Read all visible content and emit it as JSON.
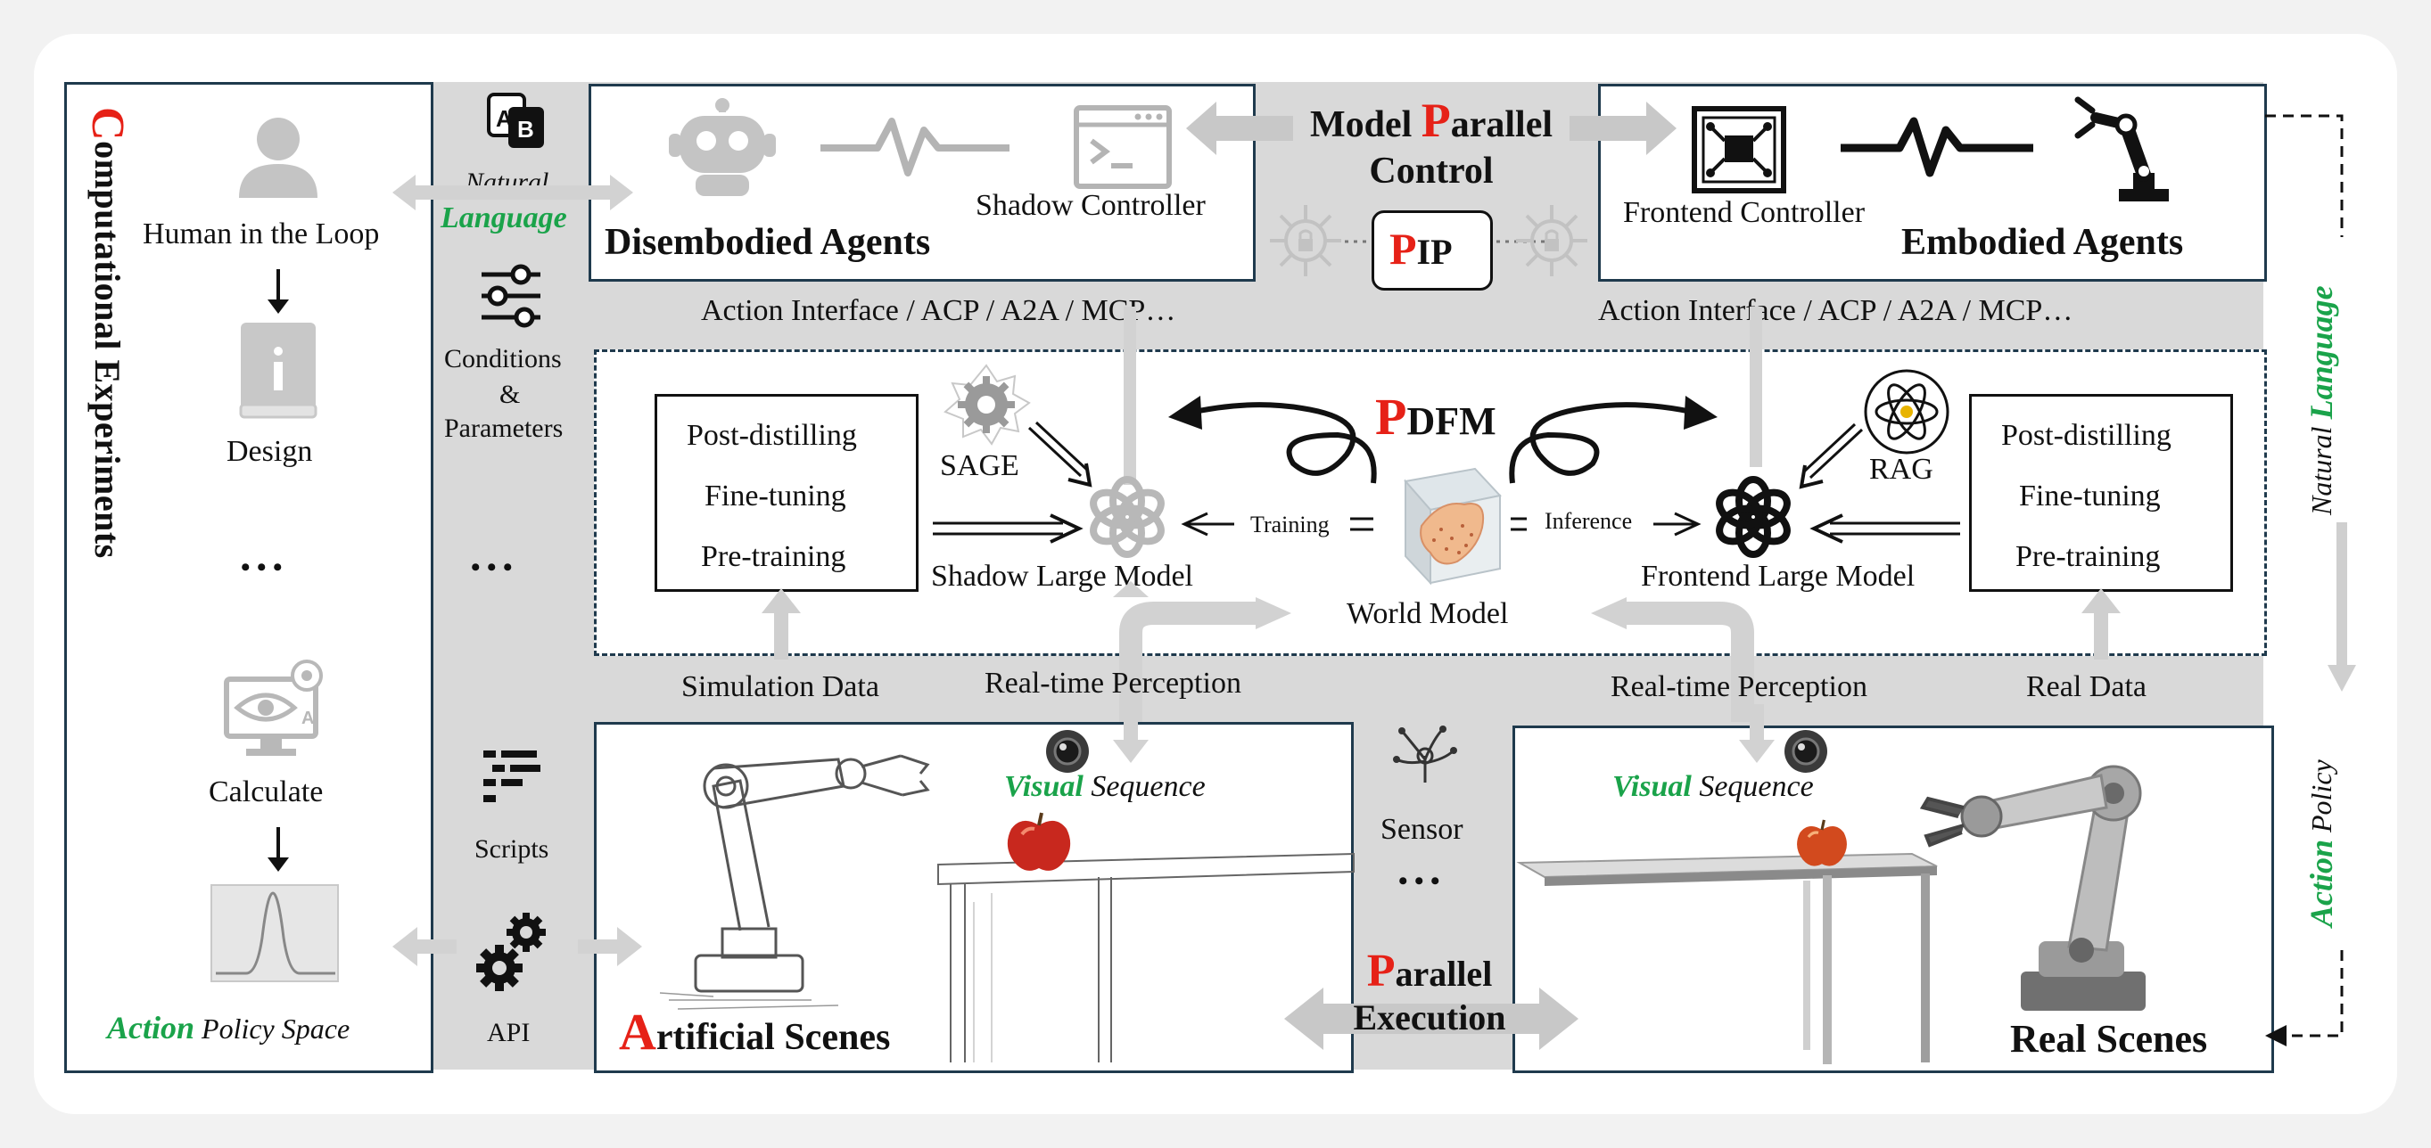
{
  "left_panel": {
    "title_initial": "C",
    "title_rest": "omputational Experiments",
    "human": "Human in the Loop",
    "design": "Design",
    "dots": "• • •",
    "calculate": "Calculate",
    "policy_space_action": "Action",
    "policy_space_rest": " Policy Space"
  },
  "middle_column": {
    "natural": "Natural",
    "language": "Language",
    "conditions_1": "Conditions",
    "conditions_2": "&",
    "conditions_3": "Parameters",
    "dots": "• • •",
    "scripts": "Scripts",
    "api": "API"
  },
  "top": {
    "disembodied": "Disembodied Agents",
    "shadow_controller": "Shadow Controller",
    "model_initial": "Model ",
    "parallel_initial": "P",
    "parallel_rest": "arallel",
    "control": "Control",
    "pip_p": "P",
    "pip_rest": "IP",
    "frontend_controller": "Frontend Controller",
    "embodied": "Embodied Agents",
    "action_interface_left": "Action Interface / ACP / A2A / MCP…",
    "action_interface_right": "Action Interface / ACP / A2A / MCP…"
  },
  "middle": {
    "left_stack": [
      "Post-distilling",
      "Fine-tuning",
      "Pre-training"
    ],
    "right_stack": [
      "Post-distilling",
      "Fine-tuning",
      "Pre-training"
    ],
    "sage": "SAGE",
    "rag": "RAG",
    "shadow_model": "Shadow Large Model",
    "frontend_model": "Frontend Large Model",
    "pdfm_p": "P",
    "pdfm_rest": "DFM",
    "training": "Training",
    "inference": "Inference",
    "world_model": "World Model"
  },
  "data_row": {
    "simulation_data": "Simulation Data",
    "rt_perception_left": "Real-time Perception",
    "rt_perception_right": "Real-time Perception",
    "real_data": "Real Data"
  },
  "bottom": {
    "visual_left_a": "Visual",
    "visual_left_b": " Sequence",
    "visual_right_a": "Visual",
    "visual_right_b": " Sequence",
    "artificial_initial": "A",
    "artificial_rest": "rtificial Scenes",
    "sensor": "Sensor",
    "dots": "• • •",
    "parallel_initial": "P",
    "parallel_rest": "arallel",
    "execution": "Execution",
    "real_scenes": "Real Scenes"
  },
  "right_side": {
    "natural": "Natural ",
    "language": "Language",
    "action": "Action",
    "policy": " Policy"
  },
  "colors": {
    "accent_red": "#e62117",
    "accent_green": "#1aa34a",
    "frame": "#1f3a4d",
    "band": "#d9d9d9"
  }
}
